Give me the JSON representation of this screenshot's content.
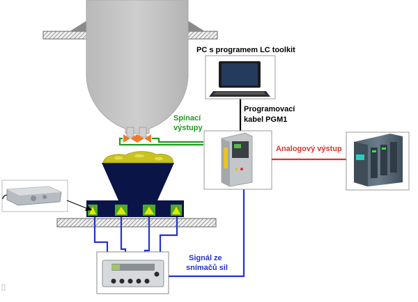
{
  "labels": {
    "pc": "PC s programem LC toolkit",
    "cable_line1": "Programovací",
    "cable_line2": "kabel PGM1",
    "switch_line1": "Spínací",
    "switch_line2": "výstupy",
    "analog": "Analogový výstup",
    "signal_line1": "Signál ze",
    "signal_line2": "snímačů sil"
  },
  "colors": {
    "switch_wire": "#1f9a1f",
    "analog_wire": "#e0302a",
    "signal_wire": "#2233cc",
    "hopper": "#c4c4c4",
    "bin": "#0b1446",
    "material": "#c8c21e",
    "sensor_marker": "#e8e800",
    "frame_green": "#4caa2a"
  },
  "icons": [
    "laptop-icon",
    "weighing-controller-icon",
    "plc-icon",
    "load-cell-icon",
    "junction-box-icon",
    "valve-icon"
  ]
}
